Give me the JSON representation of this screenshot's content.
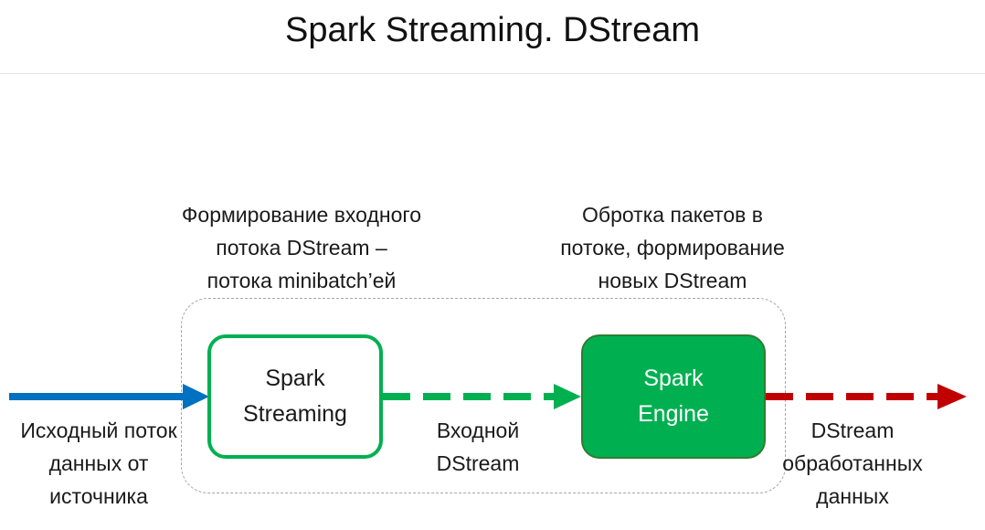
{
  "header": {
    "title": "Spark Streaming. DStream"
  },
  "captions": {
    "left": [
      "Формирование входного",
      "потока DStream –",
      "потока minibatch’ей"
    ],
    "right": [
      "Обротка пакетов в",
      "потоке, формирование",
      "новых DStream"
    ]
  },
  "nodes": {
    "spark_streaming": [
      "Spark",
      "Streaming"
    ],
    "spark_engine": [
      "Spark",
      "Engine"
    ]
  },
  "edge_labels": {
    "source": [
      "Исходный поток",
      "данных от",
      "источника"
    ],
    "input": [
      "Входной",
      "DStream"
    ],
    "output": [
      "DStream",
      "обработанных",
      "данных"
    ]
  },
  "colors": {
    "source_arrow": "#0070c0",
    "input_arrow": "#00b050",
    "output_arrow": "#c00000"
  }
}
